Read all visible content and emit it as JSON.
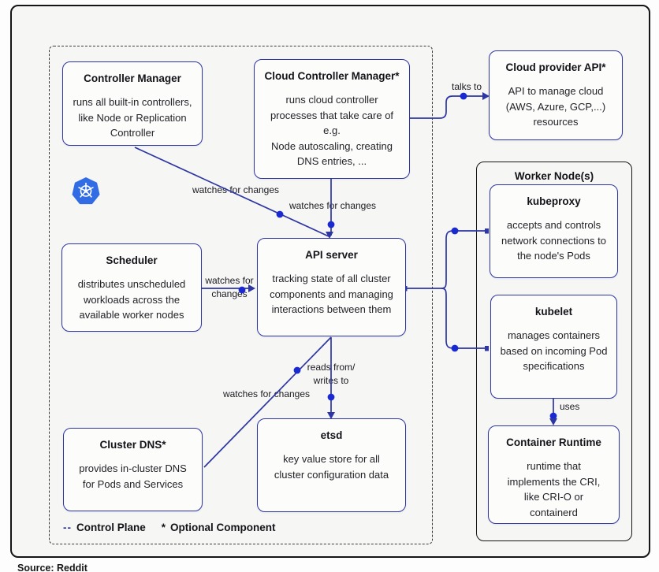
{
  "page": {
    "source_note": "Source: Reddit"
  },
  "colors": {
    "accent_blue": "#2d36a3",
    "dot_blue": "#1b2ad0",
    "k8s_blue": "#326ce5"
  },
  "legend": {
    "dash": "--",
    "control_plane": "Control Plane",
    "asterisk": "*",
    "optional_component": "Optional Component"
  },
  "worker_node": {
    "title": "Worker Node(s)"
  },
  "nodes": {
    "controller_manager": {
      "title": "Controller Manager",
      "body": "runs all built-in controllers,\nlike Node or Replication\nController"
    },
    "cloud_controller_manager": {
      "title": "Cloud Controller Manager*",
      "body": "runs cloud controller\nprocesses that take care of\ne.g.\nNode autoscaling, creating\nDNS entries, ..."
    },
    "cloud_provider_api": {
      "title": "Cloud provider API*",
      "body": "API to manage cloud\n(AWS, Azure, GCP,...)\nresources"
    },
    "kubeproxy": {
      "title": "kubeproxy",
      "body": "accepts and controls\nnetwork connections to\nthe node's Pods"
    },
    "kubelet": {
      "title": "kubelet",
      "body": "manages containers\nbased on incoming Pod\nspecifications"
    },
    "container_runtime": {
      "title": "Container Runtime",
      "body": "runtime that\nimplements the CRI,\nlike CRI-O or\ncontainerd"
    },
    "scheduler": {
      "title": "Scheduler",
      "body": "distributes unscheduled\nworkloads across the\navailable worker nodes"
    },
    "api_server": {
      "title": "API server",
      "body": "tracking state of all cluster\ncomponents and managing\ninteractions between them"
    },
    "etsd": {
      "title": "etsd",
      "body": "key value store for all\ncluster configuration data"
    },
    "cluster_dns": {
      "title": "Cluster DNS*",
      "body": "provides in-cluster DNS\nfor Pods and Services"
    }
  },
  "edge_labels": {
    "talks_to": "talks to",
    "cm_watches": "watches for changes",
    "ccm_watches": "watches for changes",
    "scheduler_watches": "watches for\nchanges",
    "reads_writes": "reads from/\nwrites to",
    "dns_watches": "watches for changes",
    "uses": "uses"
  }
}
